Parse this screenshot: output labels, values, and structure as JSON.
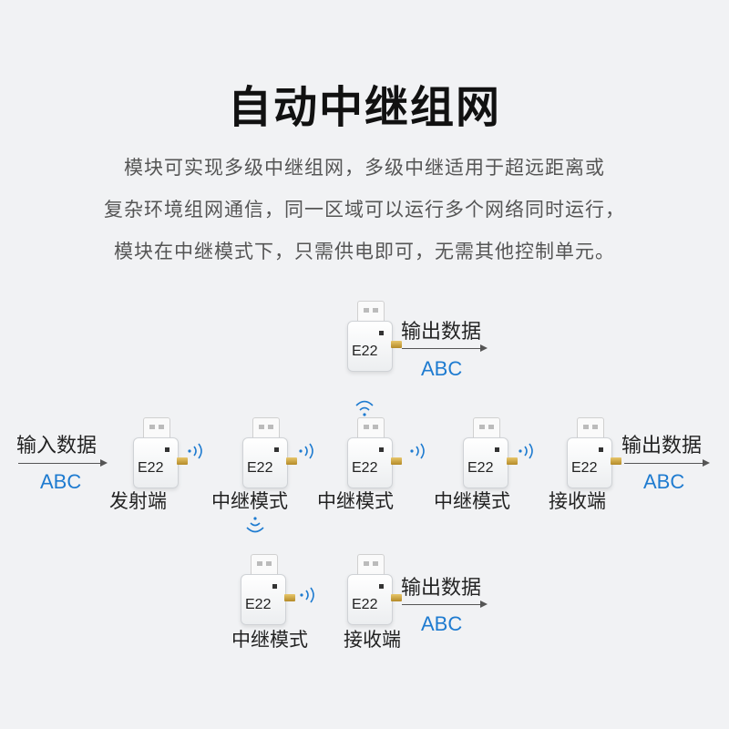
{
  "title": "自动中继组网",
  "description": [
    "模块可实现多级中继组网，多级中继适用于超远距离或",
    "复杂环境组网通信，同一区域可以运行多个网络同时运行，",
    "模块在中继模式下，只需供电即可，无需其他控制单元。"
  ],
  "module_model": "E22",
  "roles": {
    "transmitter": "发射端",
    "relay": "中继模式",
    "receiver": "接收端"
  },
  "input_label": "输入数据",
  "output_label": "输出数据",
  "payload": "ABC",
  "colors": {
    "payload": "#1e7bd0",
    "antenna": "#c9a23a",
    "wave": "#1e7bd0"
  }
}
